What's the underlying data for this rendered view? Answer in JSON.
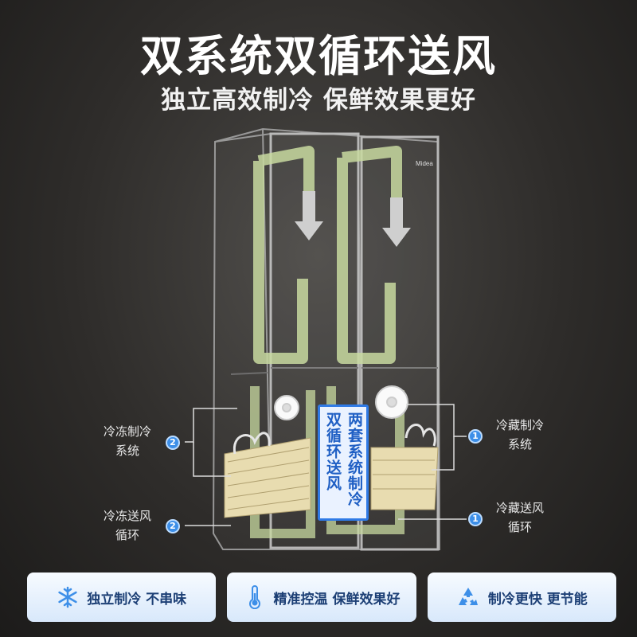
{
  "header": {
    "title": "双系统双循环送风",
    "subtitle": "独立高效制冷 保鲜效果更好"
  },
  "fridge": {
    "brand": "Midea"
  },
  "center_tag": {
    "line1": "两套系统制冷",
    "line2": "双循环送风"
  },
  "callouts": {
    "freezer_system": {
      "badge": "2",
      "line1": "冷冻制冷",
      "line2": "系统"
    },
    "freezer_air": {
      "badge": "2",
      "line1": "冷冻送风",
      "line2": "循环"
    },
    "fridge_system": {
      "badge": "1",
      "line1": "冷藏制冷",
      "line2": "系统"
    },
    "fridge_air": {
      "badge": "1",
      "line1": "冷藏送风",
      "line2": "循环"
    }
  },
  "features": [
    {
      "icon": "snowflake-icon",
      "label": "独立制冷 不串味"
    },
    {
      "icon": "thermometer-icon",
      "label": "精准控温 保鲜效果好"
    },
    {
      "icon": "recycle-icon",
      "label": "制冷更快 更节能"
    }
  ],
  "colors": {
    "accent_blue": "#2f7ae6",
    "airflow_green": "#c8d9a0",
    "evaporator": "#e8dcb0"
  }
}
